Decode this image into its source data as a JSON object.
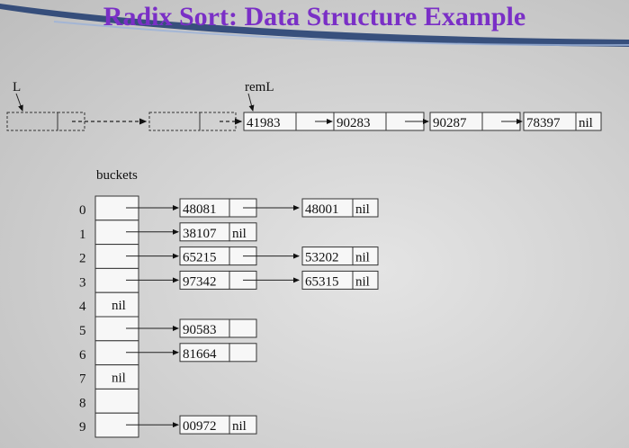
{
  "title": "Radix Sort: Data Structure Example",
  "labels": {
    "L": "L",
    "remL": "remL",
    "buckets": "buckets",
    "nil": "nil"
  },
  "main_list": [
    "41983",
    "90283",
    "90287",
    "78397"
  ],
  "buckets": [
    {
      "index": "0",
      "nil": false,
      "items": [
        "48081",
        "48001"
      ]
    },
    {
      "index": "1",
      "nil": false,
      "items": [
        "38107"
      ]
    },
    {
      "index": "2",
      "nil": false,
      "items": [
        "65215",
        "53202"
      ]
    },
    {
      "index": "3",
      "nil": false,
      "items": [
        "97342",
        "65315"
      ]
    },
    {
      "index": "4",
      "nil": true,
      "items": []
    },
    {
      "index": "5",
      "nil": false,
      "items": [
        "90583"
      ]
    },
    {
      "index": "6",
      "nil": false,
      "items": [
        "81664"
      ]
    },
    {
      "index": "7",
      "nil": true,
      "items": []
    },
    {
      "index": "8",
      "nil": false,
      "items": []
    },
    {
      "index": "9",
      "nil": false,
      "items": [
        "00972"
      ]
    }
  ],
  "colors": {
    "title": "#7a2fc6",
    "swoosh": "#1d3a6e"
  }
}
